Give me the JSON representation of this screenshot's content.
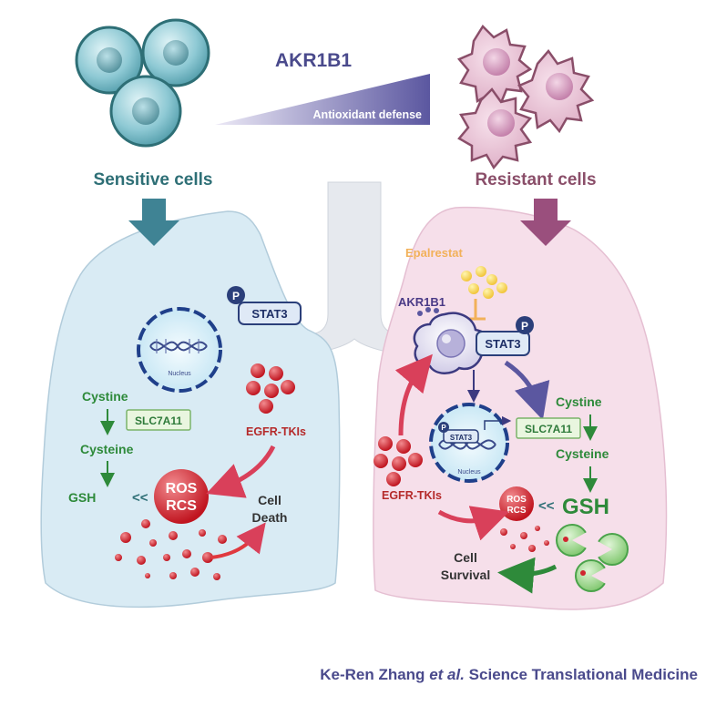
{
  "header": {
    "gene": "AKR1B1",
    "gradient_label": "Antioxidant defense"
  },
  "left_panel": {
    "title": "Sensitive cells",
    "phospho": "P",
    "stat3": "STAT3",
    "nucleus": "Nucleus",
    "cystine": "Cystine",
    "transporter": "SLC7A11",
    "cysteine": "Cysteine",
    "gsh": "GSH",
    "less_than": "<<",
    "ros": "ROS",
    "rcs": "RCS",
    "drug": "EGFR-TKIs",
    "outcome_line1": "Cell",
    "outcome_line2": "Death"
  },
  "right_panel": {
    "title": "Resistant cells",
    "inhibitor": "Epalrestat",
    "akr": "AKR1B1",
    "phospho": "P",
    "stat3": "STAT3",
    "nucleus_phospho": "P",
    "nucleus_stat3": "STAT3",
    "nucleus": "Nucleus",
    "cystine": "Cystine",
    "transporter": "SLC7A11",
    "cysteine": "Cysteine",
    "gsh": "GSH",
    "less_than": "<<",
    "ros": "ROS",
    "rcs": "RCS",
    "drug": "EGFR-TKIs",
    "outcome_line1": "Cell",
    "outcome_line2": "Survival"
  },
  "citation": {
    "author": "Ke-Ren Zhang",
    "etal": "et al.",
    "journal": "Science Translational Medicine"
  },
  "colors": {
    "sensitive_teal": "#2e6f76",
    "resistant_mauve": "#8a4e69",
    "gradient_purple": "#5b57a0",
    "pathway_green": "#2e8a3a",
    "ros_red": "#d0262f",
    "inhibitor_orange": "#f2b15a",
    "left_lung": "#d9ebf4",
    "right_lung": "#f6dfea"
  }
}
